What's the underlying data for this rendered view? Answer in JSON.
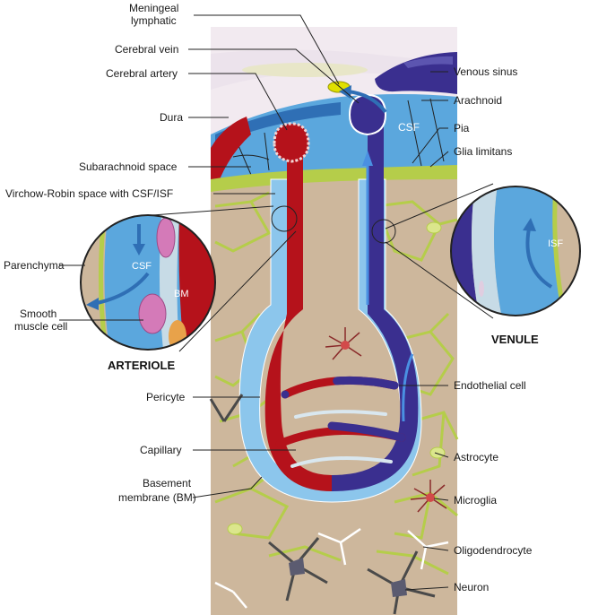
{
  "labels": {
    "meningeal_lymphatic_1": "Meningeal",
    "meningeal_lymphatic_2": "lymphatic",
    "cerebral_vein": "Cerebral vein",
    "cerebral_artery": "Cerebral artery",
    "dura": "Dura",
    "subarachnoid_space": "Subarachnoid space",
    "virchow_robin": "Virchow-Robin space with CSF/ISF",
    "parenchyma": "Parenchyma",
    "smooth_muscle_1": "Smooth",
    "smooth_muscle_2": "muscle cell",
    "arteriole": "ARTERIOLE",
    "pericyte": "Pericyte",
    "capillary": "Capillary",
    "basement_membrane_1": "Basement",
    "basement_membrane_2": "membrane (BM)",
    "venous_sinus": "Venous sinus",
    "arachnoid": "Arachnoid",
    "pia": "Pia",
    "glia_limitans": "Glia limitans",
    "venule": "VENULE",
    "endothelial_cell": "Endothelial cell",
    "astrocyte": "Astrocyte",
    "microglia": "Microglia",
    "oligodendrocyte": "Oligodendrocyte",
    "neuron": "Neuron"
  },
  "tags": {
    "csf_main": "CSF",
    "csf_arteriole": "CSF",
    "bm_arteriole": "BM",
    "isf_venule": "ISF"
  },
  "colors": {
    "artery": "#b5121b",
    "vein": "#3a2f8f",
    "csf": "#5ba7dd",
    "tissue": "#cdb79c",
    "glia": "#b5cd4a",
    "dura": "#f2eaf0",
    "lymphatic": "#e0e000"
  }
}
